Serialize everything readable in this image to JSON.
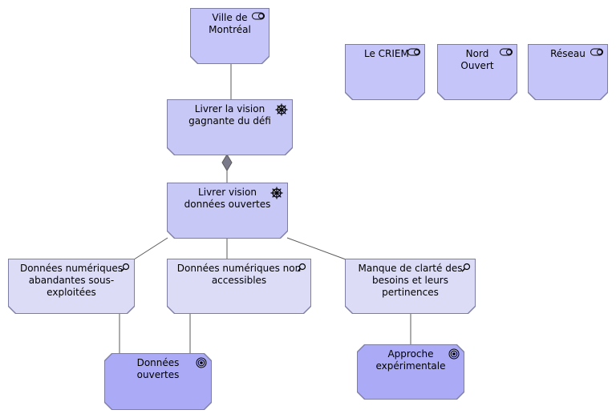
{
  "nodes": {
    "ville": {
      "label": "Ville de\nMontréal",
      "icon": "toggle-icon"
    },
    "criem": {
      "label": "Le CRIEM",
      "icon": "toggle-icon"
    },
    "nord": {
      "label": "Nord\nOuvert",
      "icon": "toggle-icon"
    },
    "reseau": {
      "label": "Réseau",
      "icon": "toggle-icon"
    },
    "livrer_defi": {
      "label": "Livrer la vision\ngagnante du défi",
      "icon": "wheel-icon"
    },
    "livrer_donnees": {
      "label": "Livrer vision\ndonnées ouvertes",
      "icon": "wheel-icon"
    },
    "num_abandon": {
      "label": "Données numériques\nabandantes sous-\nexploitées",
      "icon": "magnifier-icon"
    },
    "num_non_access": {
      "label": "Données numériques non\naccessibles",
      "icon": "magnifier-icon"
    },
    "manque": {
      "label": "Manque de clarté des\nbesoins et leurs\npertinences",
      "icon": "magnifier-icon"
    },
    "donnees_ouvertes": {
      "label": "Données\nouvertes",
      "icon": "target-icon"
    },
    "approche": {
      "label": "Approche\nexpérimentale",
      "icon": "target-icon"
    }
  },
  "colors": {
    "border": "#7e7ea4",
    "stakeholder": "#c5c5fa",
    "goal": "#c8c8f7",
    "assessment": "#dcdcf7",
    "outcome": "#aaaaf7",
    "line": "#5a5a5a",
    "diamond": "#7a7a8a"
  }
}
